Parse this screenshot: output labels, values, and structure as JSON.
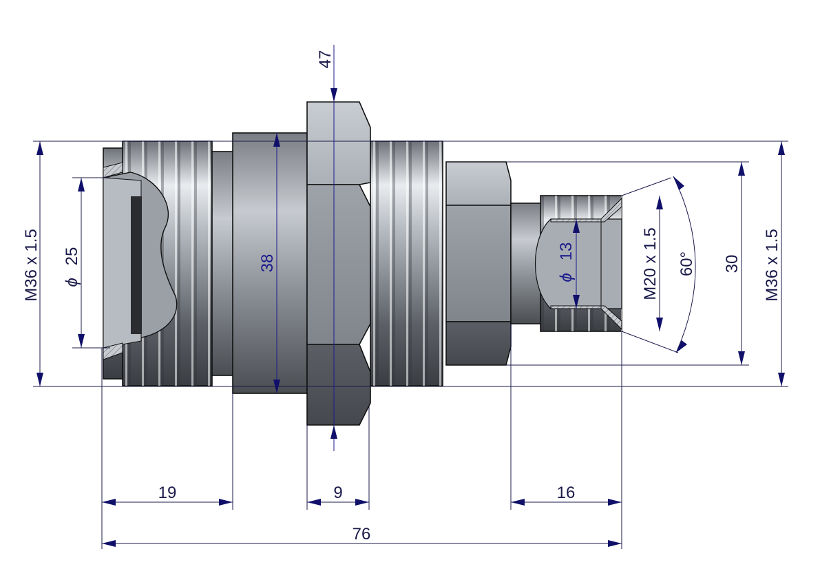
{
  "dimensions": {
    "left_thread": "M36 x 1.5",
    "right_thread": "M36 x 1.5",
    "inner_bore_left": "25",
    "inner_bore_right": "13",
    "small_thread": "M20 x 1.5",
    "angle": "60°",
    "hex_small": "30",
    "collar_dia": "38",
    "hex_large": "47",
    "len_left": "19",
    "hex_width": "9",
    "len_right": "16",
    "overall": "76"
  },
  "symbols": {
    "diameter": "ϕ"
  },
  "colors": {
    "dimension_line": "#1a1a4a",
    "dimension_text_dark": "#1a1a4a",
    "dimension_text_blue": "#1a1a8c",
    "metal_light": "#d9dde2",
    "metal_dark": "#3a3d42"
  }
}
